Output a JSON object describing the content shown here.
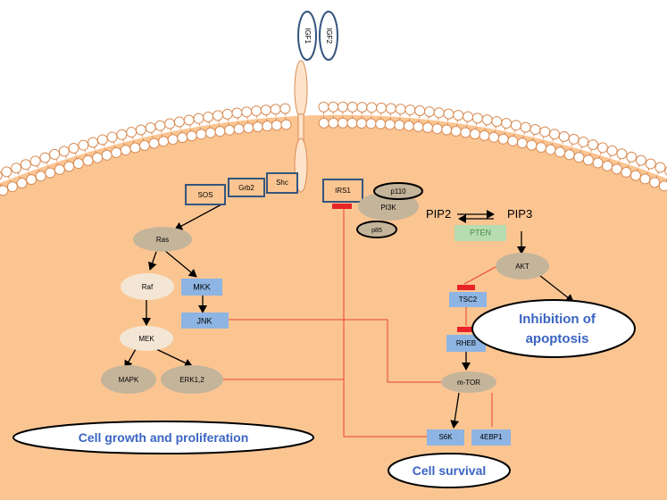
{
  "colors": {
    "cytoplasm": "#fbc592",
    "membrane_head": "#ffffff",
    "membrane_head_stroke": "#d98c55",
    "node_tan": "#c4b49a",
    "node_pale": "#f3e6d4",
    "box_blue": "#8db4e2",
    "box_outline": "#35557e",
    "pten_green": "#b6dcb0",
    "arrow": "#000000",
    "inhibit_line": "#e8442a",
    "inhibit_bar": "#e8242a",
    "outcome_text": "#3a64c2"
  },
  "labels": {
    "igf1": "IGF1",
    "igf2": "IGF2",
    "sos": "SOS",
    "grb2": "Grb2",
    "shc": "Shc",
    "irs1": "IRS1",
    "p110": "p110",
    "pi3k": "PI3K",
    "p85": "p85",
    "pip2": "PIP2",
    "pip3": "PIP3",
    "pten": "PTEN",
    "ras": "Ras",
    "raf": "Raf",
    "mkk": "MKK",
    "jnk": "JNK",
    "mek": "MEK",
    "mapk": "MAPK",
    "erk": "ERK1,2",
    "akt": "AKT",
    "tsc2": "TSC2",
    "rheb": "RHEB",
    "mtor": "m-TOR",
    "s6k": "S6K",
    "ebp1": "4EBP1"
  },
  "outcomes": {
    "apoptosis_line1": "Inhibition of",
    "apoptosis_line2": "apoptosis",
    "growth": "Cell growth and proliferation",
    "survival": "Cell survival"
  }
}
